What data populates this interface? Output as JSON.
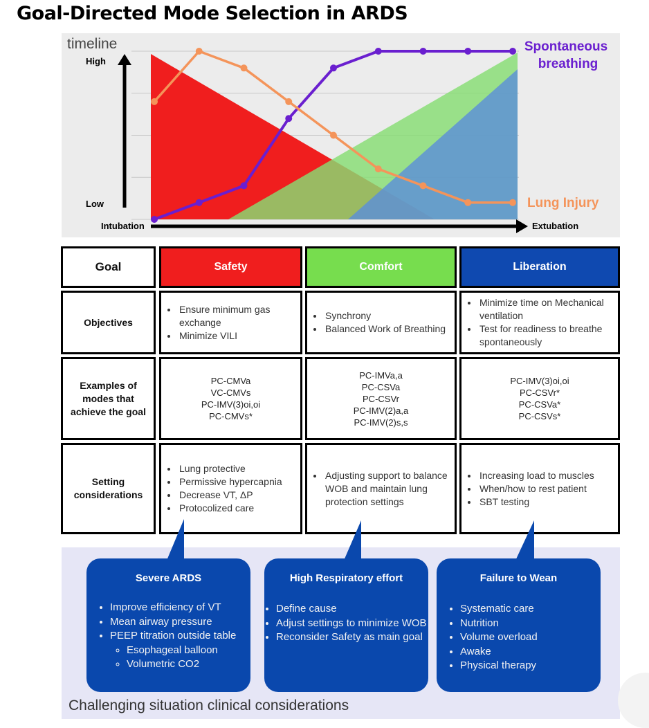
{
  "title": "Goal-Directed Mode Selection in ARDS",
  "chart_data": {
    "type": "line",
    "title": "timeline",
    "ylabel_high": "High",
    "ylabel_low": "Low",
    "xlabel_start": "Intubation",
    "xlabel_end": "Extubation",
    "x": [
      0,
      1,
      2,
      3,
      4,
      5,
      6,
      7,
      8
    ],
    "ylim": [
      0,
      100
    ],
    "grid": true,
    "series": [
      {
        "name": "Spontaneous breathing",
        "label_line1": "Spontaneous",
        "label_line2": "breathing",
        "color": "#6a1fcf",
        "values": [
          0,
          10,
          20,
          60,
          90,
          100,
          100,
          100,
          100
        ]
      },
      {
        "name": "Lung Injury",
        "color": "#f4945a",
        "values": [
          70,
          100,
          90,
          70,
          50,
          30,
          20,
          10,
          10
        ]
      }
    ],
    "areas": [
      {
        "name": "Safety",
        "color": "#f01e1e"
      },
      {
        "name": "Comfort",
        "color": "#86dd73"
      },
      {
        "name": "Liberation",
        "color": "#5b8fd8"
      }
    ]
  },
  "table": {
    "goal_label": "Goal",
    "headers": [
      "Safety",
      "Comfort",
      "Liberation"
    ],
    "row_labels": {
      "objectives": "Objectives",
      "examples_1": "Examples of",
      "examples_2": "modes that",
      "examples_3": "achieve the goal",
      "settings_1": "Setting",
      "settings_2": "considerations"
    },
    "objectives": {
      "safety": [
        "Ensure minimum gas exchange",
        "Minimize VILI"
      ],
      "comfort": [
        "Synchrony",
        "Balanced Work of Breathing"
      ],
      "liberation": [
        "Minimize time on Mechanical ventilation",
        "Test for readiness to breathe spontaneously"
      ]
    },
    "examples": {
      "safety": [
        "PC-CMVa",
        "VC-CMVs",
        "PC-IMV(3)oi,oi",
        "PC-CMVs*"
      ],
      "comfort": [
        "PC-IMVa,a",
        "PC-CSVa",
        "PC-CSVr",
        "PC-IMV(2)a,a",
        "PC-IMV(2)s,s"
      ],
      "liberation": [
        "PC-IMV(3)oi,oi",
        "PC-CSVr*",
        "PC-CSVa*",
        "PC-CSVs*"
      ]
    },
    "settings": {
      "safety": [
        "Lung protective",
        "Permissive hypercapnia",
        "Decrease VT, ΔP",
        "Protocolized care"
      ],
      "comfort": [
        "Adjusting support to balance WOB and maintain lung protection settings"
      ],
      "liberation": [
        "Increasing load to muscles",
        "When/how to rest patient",
        "SBT testing"
      ]
    }
  },
  "bottom": {
    "caption": "Challenging situation clinical considerations",
    "bubbles": {
      "severe": {
        "title": "Severe ARDS",
        "items": [
          "Improve efficiency of VT",
          "Mean airway pressure",
          " PEEP titration outside table"
        ],
        "subitems": [
          "Esophageal balloon",
          "Volumetric CO2"
        ]
      },
      "effort": {
        "title": "High Respiratory effort",
        "items": [
          "Define cause",
          "Adjust settings to minimize WOB",
          "Reconsider Safety as main goal"
        ]
      },
      "wean": {
        "title": "Failure to Wean",
        "items": [
          "Systematic care",
          "Nutrition",
          "Volume overload",
          "Awake",
          "Physical therapy"
        ]
      }
    }
  }
}
